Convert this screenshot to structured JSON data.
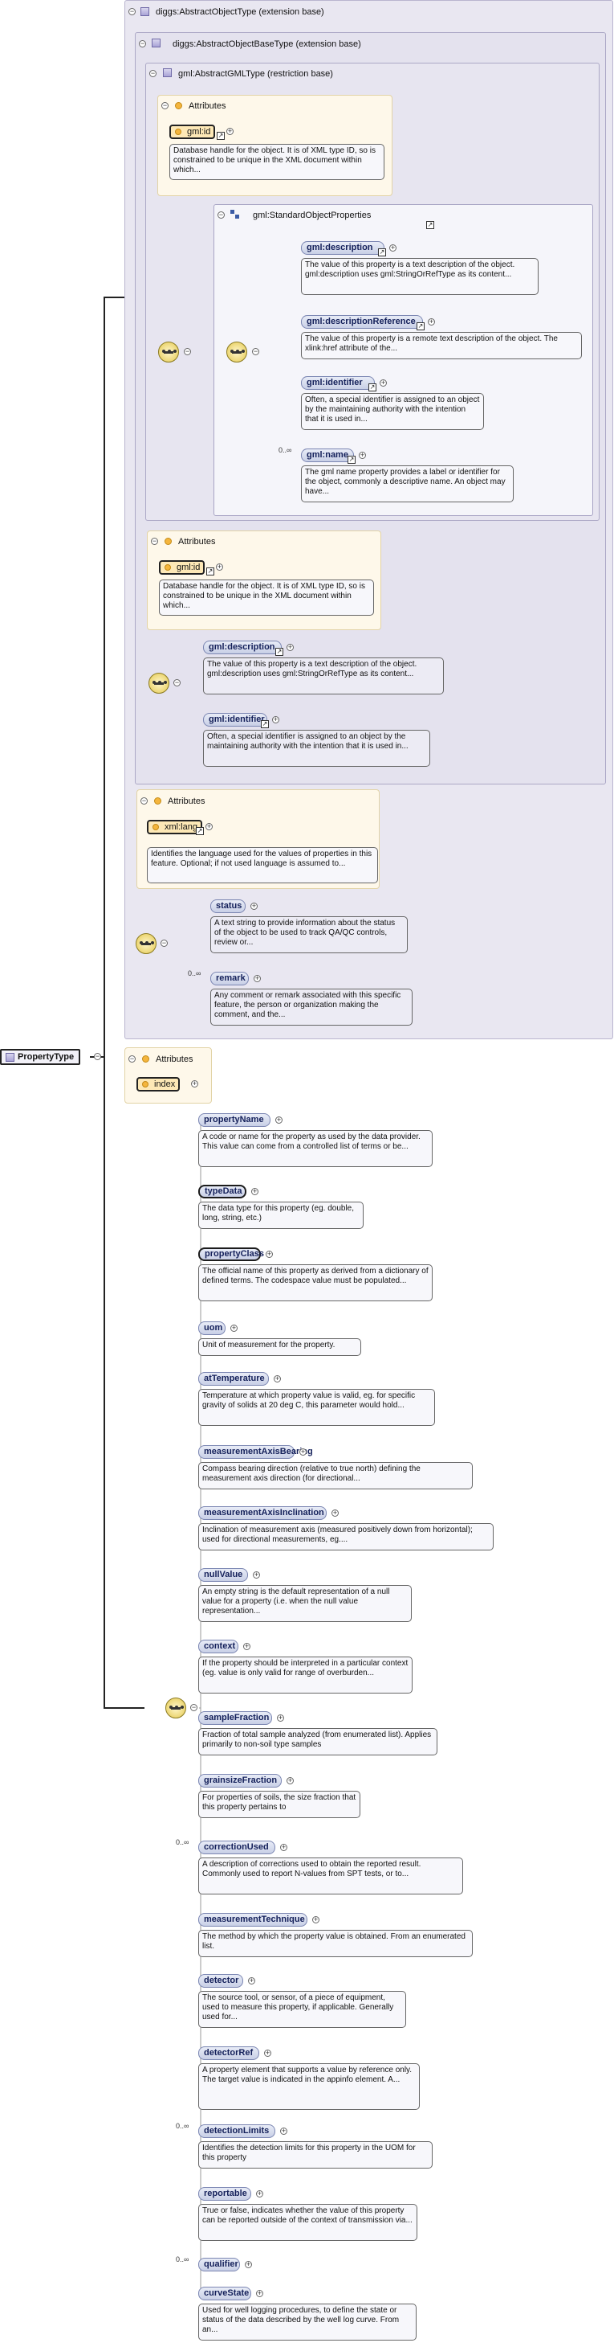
{
  "root": {
    "label": "PropertyType"
  },
  "ext1": {
    "title": "diggs:AbstractObjectType (extension base)"
  },
  "ext2": {
    "title": "diggs:AbstractObjectBaseType (extension base)"
  },
  "restr": {
    "title": "gml:AbstractGMLType (restriction base)"
  },
  "gml_attrs": {
    "title": "Attributes",
    "pill": "gml:id",
    "desc": "Database handle for the object. It is of XML type ID, so is constrained to be unique in the XML document within which..."
  },
  "std_props": {
    "title": "gml:StandardObjectProperties",
    "items": [
      {
        "name": "gml:description",
        "desc": "The value of this property is a text description of the object. gml:description uses gml:StringOrRefType as its content..."
      },
      {
        "name": "gml:descriptionReference",
        "desc": "The value of this property is a remote text description of the object. The xlink:href attribute of the..."
      },
      {
        "name": "gml:identifier",
        "desc": "Often, a special identifier is assigned to an object by the maintaining authority with the intention that it is used in..."
      },
      {
        "name": "gml:name",
        "occ": "0..∞",
        "desc": "The gml name property provides a label or identifier for the object, commonly a descriptive name. An object may have..."
      }
    ]
  },
  "base_attrs": {
    "title": "Attributes",
    "pill": "gml:id",
    "desc": "Database handle for the object. It is of XML type ID, so is constrained to be unique in the XML document within which..."
  },
  "base_els": [
    {
      "name": "gml:description",
      "desc": "The value of this property is a text description of the object. gml:description uses gml:StringOrRefType as its content..."
    },
    {
      "name": "gml:identifier",
      "desc": "Often, a special identifier is assigned to an object by the maintaining authority with the intention that it is used in..."
    }
  ],
  "obj_attrs": {
    "title": "Attributes",
    "pill": "xml:lang",
    "desc": "Identifies the language used for the values of properties in this feature. Optional; if not used language is assumed to..."
  },
  "obj_els": [
    {
      "name": "status",
      "desc": "A text string to provide information about the status of the object to be used to track QA/QC controls, review or..."
    },
    {
      "name": "remark",
      "occ": "0..∞",
      "desc": "Any comment or remark associated with this specific feature, the person or organization making the comment, and the..."
    }
  ],
  "prop_attrs": {
    "title": "Attributes",
    "pill": "index"
  },
  "props": [
    {
      "name": "propertyName",
      "desc": "A code or name for the property as used by the data provider. This value can come from a controlled list of terms or be..."
    },
    {
      "name": "typeData",
      "desc": "The data type for this property (eg. double, long, string, etc.)"
    },
    {
      "name": "propertyClass",
      "desc": "The official name of this property as derived from a dictionary of defined terms. The codespace value must be populated..."
    },
    {
      "name": "uom",
      "desc": "Unit of measurement for the property."
    },
    {
      "name": "atTemperature",
      "desc": "Temperature at which property value is valid, eg. for specific gravity of solids at 20 deg C, this parameter would hold..."
    },
    {
      "name": "measurementAxisBearing",
      "desc": "Compass bearing direction (relative to true north) defining the measurement axis direction (for directional..."
    },
    {
      "name": "measurementAxisInclination",
      "desc": "Inclination of measurement axis (measured positively down from horizontal); used for directional measurements, eg...."
    },
    {
      "name": "nullValue",
      "desc": "An empty string is the default representation of a null value for a property (i.e. when the null value representation..."
    },
    {
      "name": "context",
      "desc": "If the property should be interpreted in a particular context (eg. value is only valid for range of overburden..."
    },
    {
      "name": "sampleFraction",
      "desc": "Fraction of total sample analyzed (from enumerated list). Applies primarily to non-soil type samples"
    },
    {
      "name": "grainsizeFraction",
      "desc": "For properties of soils, the size fraction that this property pertains to"
    },
    {
      "name": "correctionUsed",
      "occ": "0..∞",
      "desc": "A description of corrections used to obtain the reported result. Commonly used to report N-values from SPT tests, or to..."
    },
    {
      "name": "measurementTechnique",
      "desc": "The method by which the property value is obtained. From an enumerated list."
    },
    {
      "name": "detector",
      "desc": "The source tool, or sensor, of a piece of equipment, used to measure this property, if applicable. Generally used for..."
    },
    {
      "name": "detectorRef",
      "desc": "A property element that supports a value by reference only. The target value is indicated in the appinfo element. A..."
    },
    {
      "name": "detectionLimits",
      "occ": "0..∞",
      "desc": "Identifies the detection limits for this property in the UOM for this property"
    },
    {
      "name": "reportable",
      "desc": "True or false, indicates whether the value of this property can be reported outside of the context of transmission via..."
    },
    {
      "name": "qualifier",
      "occ": "0..∞",
      "desc": ""
    },
    {
      "name": "curveState",
      "desc": "Used for well logging procedures, to define the state or status of the data described by the well log curve. From an..."
    }
  ]
}
